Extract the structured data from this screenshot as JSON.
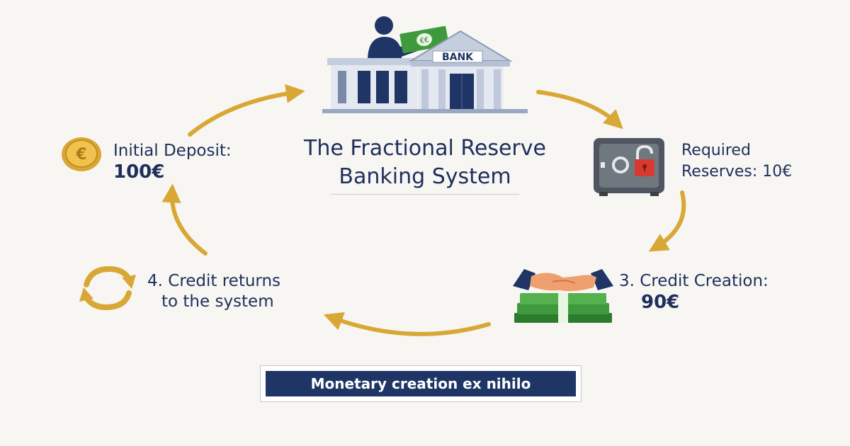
{
  "title": {
    "line1": "The Fractional Reserve",
    "line2": "Banking System"
  },
  "bank": {
    "sign": "BANK",
    "note_symbol": "€€"
  },
  "steps": {
    "deposit": {
      "label": "Initial Deposit:",
      "value": "100€",
      "icon": "euro-coin-icon"
    },
    "reserves": {
      "label1": "Required",
      "label2": "Reserves: 10€",
      "icon": "safe-icon"
    },
    "credit": {
      "label": "3. Credit Creation:",
      "value": "90€",
      "icon": "handshake-money-icon"
    },
    "returns": {
      "label1": "4. Credit returns",
      "label2": "to the system",
      "icon": "cycle-arrows-icon"
    }
  },
  "footer": {
    "label": "Monetary creation ex nihilo"
  },
  "colors": {
    "navy": "#1e2f5c",
    "gold": "#d8a735",
    "money_green": "#3f9a3e",
    "lock_red": "#d93a2f",
    "safe_gray": "#4f5661"
  }
}
